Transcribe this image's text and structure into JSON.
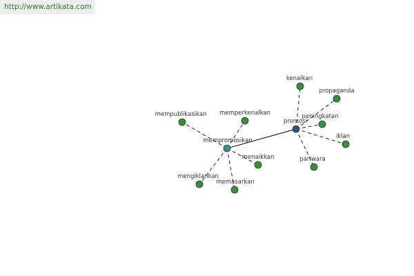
{
  "watermark": {
    "url": "http://www.artikata.com"
  },
  "colors": {
    "background": "#ffffff",
    "url_text": "#2e7d32",
    "url_bg": "#eeeeee",
    "leaf_node": "#3f8a3f",
    "hub_node_memproomosikan": "#3d8c8c",
    "hub_node_promosi": "#3b4f8c",
    "edge": "#000000",
    "label": "#333333"
  },
  "graph": {
    "nodes": [
      {
        "id": "promosi",
        "label": "promosi",
        "kind": "hub"
      },
      {
        "id": "mempromosikan",
        "label": "mempromosikan",
        "kind": "hub"
      },
      {
        "id": "kenaikan",
        "label": "kenaikan",
        "kind": "leaf"
      },
      {
        "id": "propaganda",
        "label": "propaganda",
        "kind": "leaf"
      },
      {
        "id": "peningkatan",
        "label": "peningkatan",
        "kind": "leaf"
      },
      {
        "id": "iklan",
        "label": "iklan",
        "kind": "leaf"
      },
      {
        "id": "pariwara",
        "label": "pariwara",
        "kind": "leaf"
      },
      {
        "id": "mempublikasikan",
        "label": "mempublikasikan",
        "kind": "leaf"
      },
      {
        "id": "memperkenalkan",
        "label": "memperkenalkan",
        "kind": "leaf"
      },
      {
        "id": "menaikkan",
        "label": "menaikkan",
        "kind": "leaf"
      },
      {
        "id": "mengiklankan",
        "label": "mengiklankan",
        "kind": "leaf"
      },
      {
        "id": "memasarkan",
        "label": "memasarkan",
        "kind": "leaf"
      }
    ],
    "edges": [
      {
        "from": "mempromosikan",
        "to": "promosi",
        "style": "solid"
      },
      {
        "from": "promosi",
        "to": "kenaikan",
        "style": "dashed"
      },
      {
        "from": "promosi",
        "to": "propaganda",
        "style": "dashed"
      },
      {
        "from": "promosi",
        "to": "peningkatan",
        "style": "dashed"
      },
      {
        "from": "promosi",
        "to": "iklan",
        "style": "dashed"
      },
      {
        "from": "promosi",
        "to": "pariwara",
        "style": "dashed"
      },
      {
        "from": "mempromosikan",
        "to": "mempublikasikan",
        "style": "dashed"
      },
      {
        "from": "mempromosikan",
        "to": "memperkenalkan",
        "style": "dashed"
      },
      {
        "from": "mempromosikan",
        "to": "menaikkan",
        "style": "dashed"
      },
      {
        "from": "mempromosikan",
        "to": "mengiklankan",
        "style": "dashed"
      },
      {
        "from": "mempromosikan",
        "to": "memasarkan",
        "style": "dashed"
      }
    ]
  }
}
